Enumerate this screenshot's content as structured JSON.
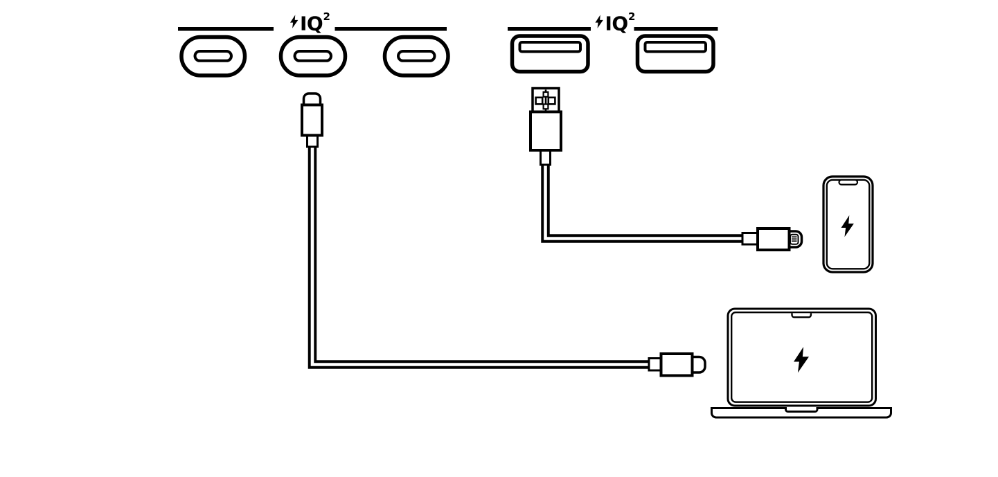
{
  "canvas": {
    "background": "#ffffff",
    "ink": "#000000"
  },
  "hub": {
    "usbc_group": {
      "port_type": "USB-C",
      "port_count": 3,
      "label": {
        "icon": "lightning-bolt-icon",
        "text": "IQ",
        "superscript": "2"
      }
    },
    "usba_group": {
      "port_type": "USB-A",
      "port_count": 2,
      "label": {
        "icon": "lightning-bolt-icon",
        "text": "IQ",
        "superscript": "2"
      }
    }
  },
  "cables": {
    "usbc_cable": {
      "from": "USB-C port 2",
      "to": "laptop",
      "end_connector": "USB-C plug"
    },
    "usba_cable": {
      "from": "USB-A ports",
      "to": "phone",
      "end_connector": "Lightning plug"
    }
  },
  "devices": {
    "phone": {
      "kind": "smartphone",
      "status_icon": "charging-bolt-icon"
    },
    "laptop": {
      "kind": "laptop",
      "status_icon": "charging-bolt-icon"
    }
  }
}
